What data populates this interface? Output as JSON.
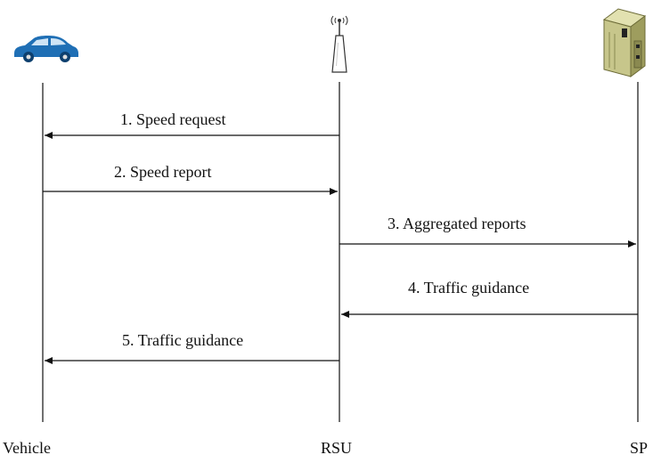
{
  "participants": [
    {
      "id": "vehicle",
      "label": "Vehicle",
      "icon": "car-icon"
    },
    {
      "id": "rsu",
      "label": "RSU",
      "icon": "antenna-icon"
    },
    {
      "id": "sp",
      "label": "SP",
      "icon": "server-icon"
    }
  ],
  "messages": [
    {
      "label": "1. Speed request",
      "from": "rsu",
      "to": "vehicle"
    },
    {
      "label": "2. Speed report",
      "from": "vehicle",
      "to": "rsu"
    },
    {
      "label": "3. Aggregated reports",
      "from": "rsu",
      "to": "sp"
    },
    {
      "label": "4. Traffic guidance",
      "from": "sp",
      "to": "rsu"
    },
    {
      "label": "5. Traffic guidance",
      "from": "rsu",
      "to": "vehicle"
    }
  ],
  "colors": {
    "line": "#111111",
    "car_body": "#1f6fb5",
    "car_dark": "#0d3f6e",
    "server_body": "#b9b878",
    "server_dark": "#6d6c38"
  }
}
